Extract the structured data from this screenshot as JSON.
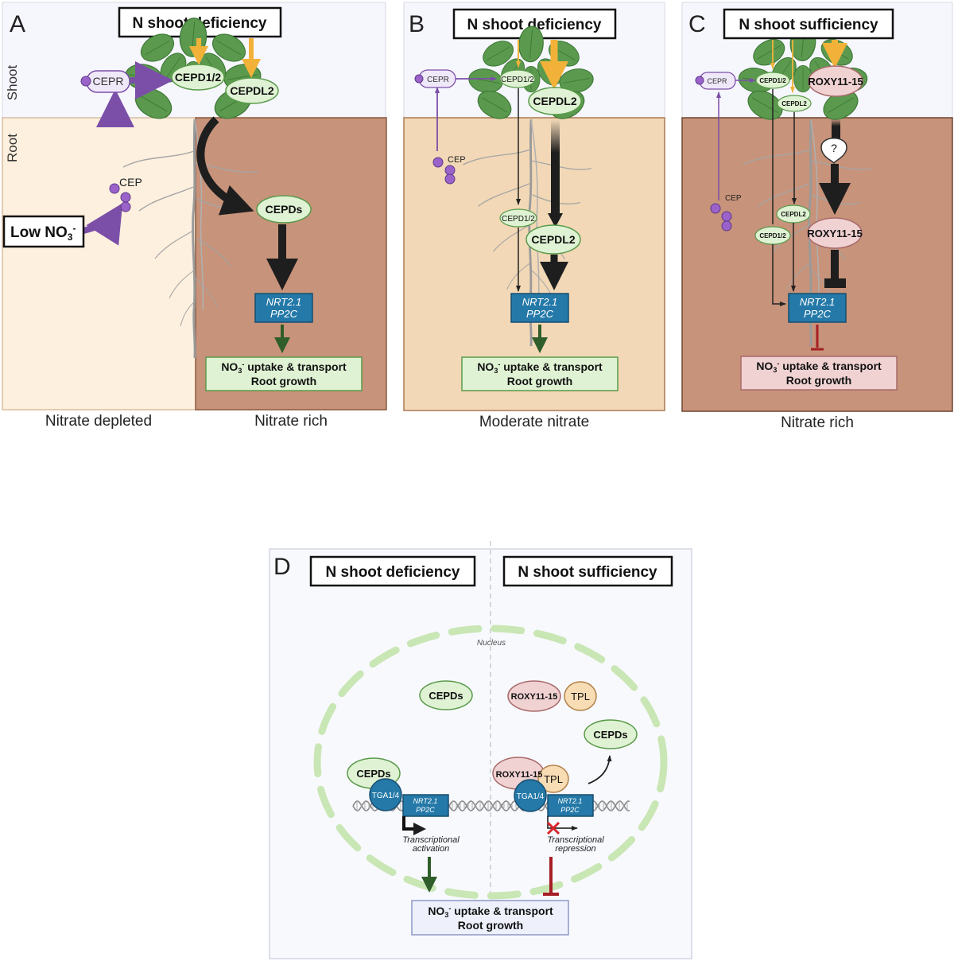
{
  "panel_a": {
    "letter": "A",
    "title": "N shoot deficiency",
    "shoot_label": "Shoot",
    "root_label": "Root",
    "cepr": "CEPR",
    "cepd12": "CEPD1/2",
    "cepdl2": "CEPDL2",
    "cep": "CEP",
    "low_no3_text": "Low NO",
    "sub3": "3",
    "minus": "-",
    "cepds": "CEPDs",
    "nrt21": "NRT2.1",
    "pp2c": "PP2C",
    "no3_text": "NO",
    "uptake_rest": " uptake & transport",
    "root_growth": "Root growth",
    "caption_left": "Nitrate depleted",
    "caption_right": "Nitrate rich"
  },
  "panel_b": {
    "letter": "B",
    "title": "N shoot deficiency",
    "cepr": "CEPR",
    "cepd12": "CEPD1/2",
    "cepdl2": "CEPDL2",
    "cep": "CEP",
    "root_cepd12": "CEPD1/2",
    "root_cepdl2": "CEPDL2",
    "nrt21": "NRT2.1",
    "pp2c": "PP2C",
    "no3_text": "NO",
    "uptake_rest": " uptake & transport",
    "root_growth": "Root growth",
    "caption": "Moderate nitrate"
  },
  "panel_c": {
    "letter": "C",
    "title": "N shoot sufficiency",
    "cepr": "CEPR",
    "cepd12": "CEPD1/2",
    "cepdl2": "CEPDL2",
    "roxy": "ROXY11-15",
    "question": "?",
    "cep": "CEP",
    "root_cepdl2": "CEPDL2",
    "root_cepd12": "CEPD1/2",
    "root_roxy": "ROXY11-15",
    "nrt21": "NRT2.1",
    "pp2c": "PP2C",
    "no3_text": "NO",
    "uptake_rest": " uptake & transport",
    "root_growth": "Root growth",
    "caption": "Nitrate rich"
  },
  "panel_d": {
    "letter": "D",
    "title_left": "N shoot deficiency",
    "title_right": "N shoot sufficiency",
    "nucleus": "Nucleus",
    "cepds_free_left": "CEPDs",
    "roxy_free": "ROXY11-15",
    "tpl_free": "TPL",
    "cepds_free_right": "CEPDs",
    "cepds_bound": "CEPDs",
    "tga_left": "TGA1/4",
    "nrt21_left": "NRT2.1",
    "pp2c_left": "PP2C",
    "roxy_bound": "ROXY11-15",
    "tpl_bound": "TPL",
    "tga_right": "TGA1/4",
    "nrt21_right": "NRT2.1",
    "pp2c_right": "PP2C",
    "activation_1": "Transcriptional",
    "activation_2": "activation",
    "repression_1": "Transcriptional",
    "repression_2": "repression",
    "no3_text": "NO",
    "uptake_rest": " uptake & transport",
    "root_growth": "Root growth"
  },
  "colors": {
    "purple": "#7b4fa8",
    "green_fill": "#dff2d3",
    "green_stroke": "#5a9a4a",
    "blue_box": "#2479a8",
    "orange": "#f2b23a",
    "dark_green_arrow": "#2f5e2a",
    "red_inhibit": "#a51f24",
    "pink_fill": "#f1d2d2",
    "soil_light": "#fdf0de",
    "soil_mid": "#f2d8b6",
    "soil_dark": "#c7937a"
  }
}
